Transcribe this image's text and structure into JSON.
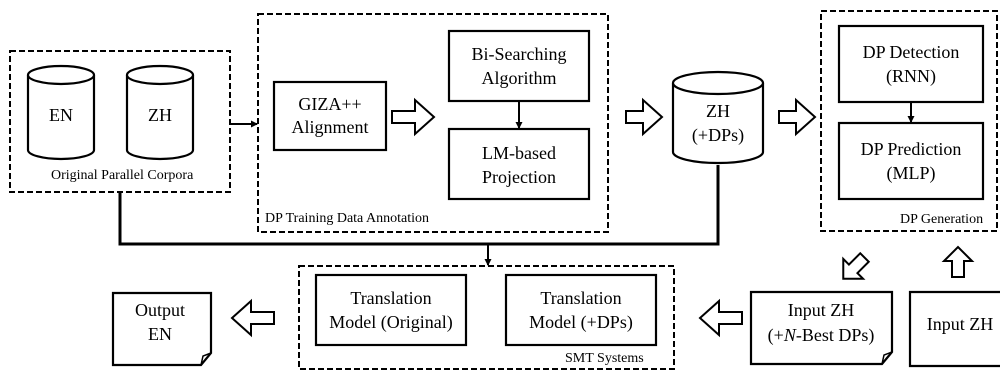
{
  "diagram": {
    "groups": {
      "original_corpora": "Original Parallel Corpora",
      "annotation": "DP Training Data Annotation",
      "generation": "DP Generation",
      "smt": "SMT Systems"
    },
    "nodes": {
      "en_db": "EN",
      "zh_db": "ZH",
      "giza": [
        "GIZA++",
        "Alignment"
      ],
      "bisearch": [
        "Bi-Searching",
        "Algorithm"
      ],
      "lm_projection": [
        "LM-based",
        "Projection"
      ],
      "zh_dps_db": [
        "ZH",
        "(+DPs)"
      ],
      "dp_detection": [
        "DP Detection",
        "(RNN)"
      ],
      "dp_prediction": [
        "DP Prediction",
        "(MLP)"
      ],
      "tm_original": [
        "Translation",
        "Model (Original)"
      ],
      "tm_dps": [
        "Translation",
        "Model (+DPs)"
      ],
      "output_en": [
        "Output",
        "EN"
      ],
      "input_zh_nbest": [
        "Input ZH",
        "(+",
        "N",
        "-Best DPs)"
      ],
      "input_zh": "Input ZH"
    }
  }
}
